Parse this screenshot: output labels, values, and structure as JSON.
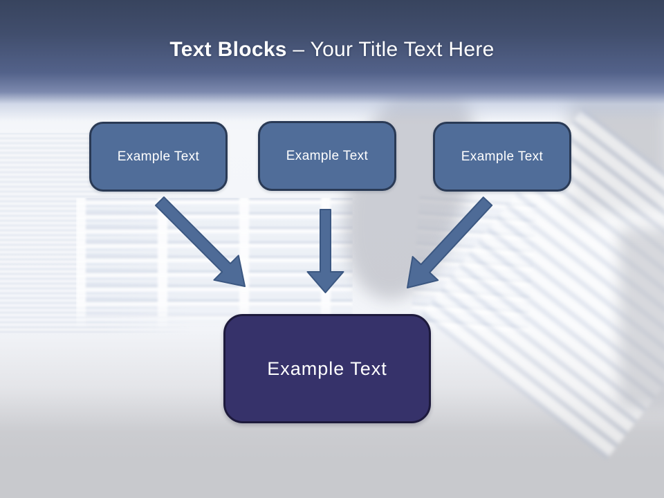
{
  "slide": {
    "title": {
      "bold": "Text Blocks",
      "separator": " – ",
      "rest": "Your Title Text Here"
    },
    "top_boxes": [
      {
        "label": "Example Text"
      },
      {
        "label": "Example Text"
      },
      {
        "label": "Example Text"
      }
    ],
    "bottom_box": {
      "label": "Example Text"
    },
    "arrows": [
      {
        "name": "arrow-down-right"
      },
      {
        "name": "arrow-down"
      },
      {
        "name": "arrow-down-left"
      }
    ]
  },
  "colors": {
    "band_top": "#38445e",
    "band_mid": "#53628a",
    "box_fill": "#506d99",
    "box_border": "#2a3a55",
    "big_box_fill": "#36326a",
    "big_box_border": "#1d1a3c",
    "arrow_fill": "#4e6b97",
    "arrow_stroke": "#3b5781",
    "title_color": "#ffffff",
    "bottom_gray": "#c8c9cd"
  }
}
